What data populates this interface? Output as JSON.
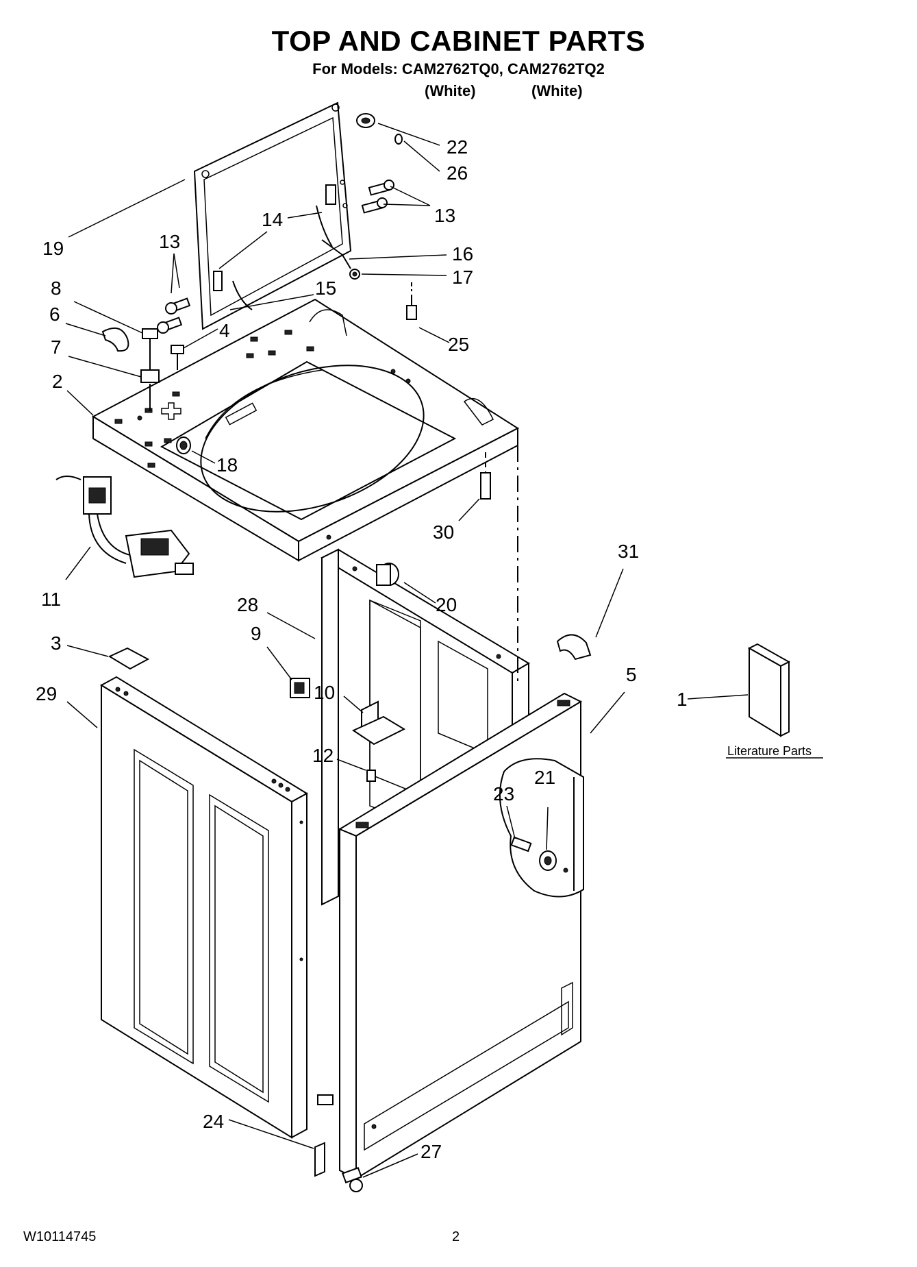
{
  "header": {
    "title": "TOP AND CABINET PARTS",
    "subtitle": "For Models: CAM2762TQ0, CAM2762TQ2",
    "variants": [
      "(White)",
      "(White)"
    ]
  },
  "footer": {
    "doc_number": "W10114745",
    "page_number": "2"
  },
  "literature": {
    "label": "Literature Parts"
  },
  "callouts": [
    "22",
    "26",
    "13",
    "14",
    "13",
    "19",
    "16",
    "17",
    "8",
    "15",
    "6",
    "25",
    "7",
    "4",
    "2",
    "18",
    "11",
    "30",
    "31",
    "28",
    "20",
    "9",
    "3",
    "10",
    "5",
    "1",
    "29",
    "12",
    "23",
    "21",
    "24",
    "27"
  ]
}
